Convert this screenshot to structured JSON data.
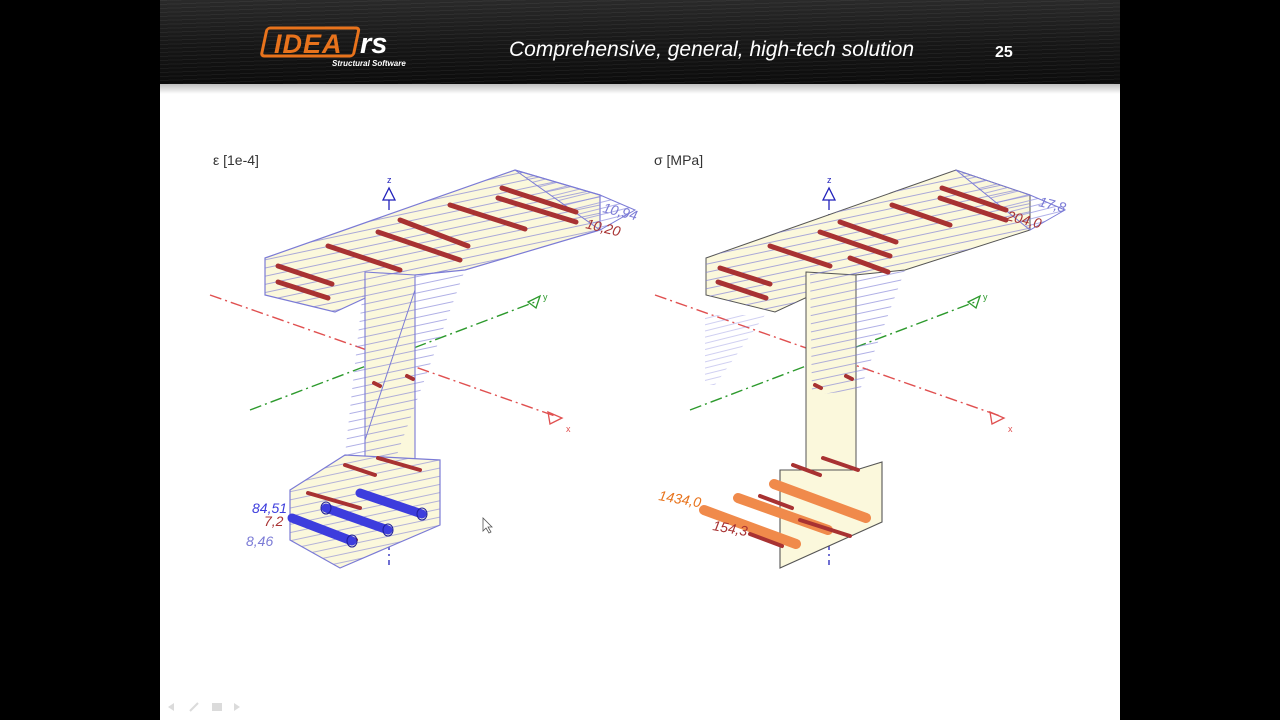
{
  "header": {
    "logo_text": "IDEA",
    "logo_suffix": "rs",
    "logo_tagline": "Structural Software",
    "subtitle": "Comprehensive, general, high-tech solution",
    "page_number": "25"
  },
  "colors": {
    "header_bg": "#1a1a1a",
    "logo_orange": "#e8731c",
    "outline": "#7b7bd6",
    "fill": "#f8f5d6",
    "rebar_red": "#a83232",
    "rebar_blue": "#3d3ddd",
    "rebar_orange": "#f08a4b",
    "axis_x": "#e05050",
    "axis_y": "#2d9a2d",
    "axis_z": "#2222bb"
  },
  "panels": {
    "strain": {
      "label": "ε [1e-4]",
      "values": [
        "10,94",
        "10,20",
        "84,51",
        "7,2",
        "8,46"
      ]
    },
    "stress": {
      "label": "σ [MPa]",
      "values": [
        "17,8",
        "204,0",
        "1434,0",
        "154,3"
      ]
    }
  },
  "axes": {
    "x": "x",
    "y": "y",
    "z": "z"
  }
}
